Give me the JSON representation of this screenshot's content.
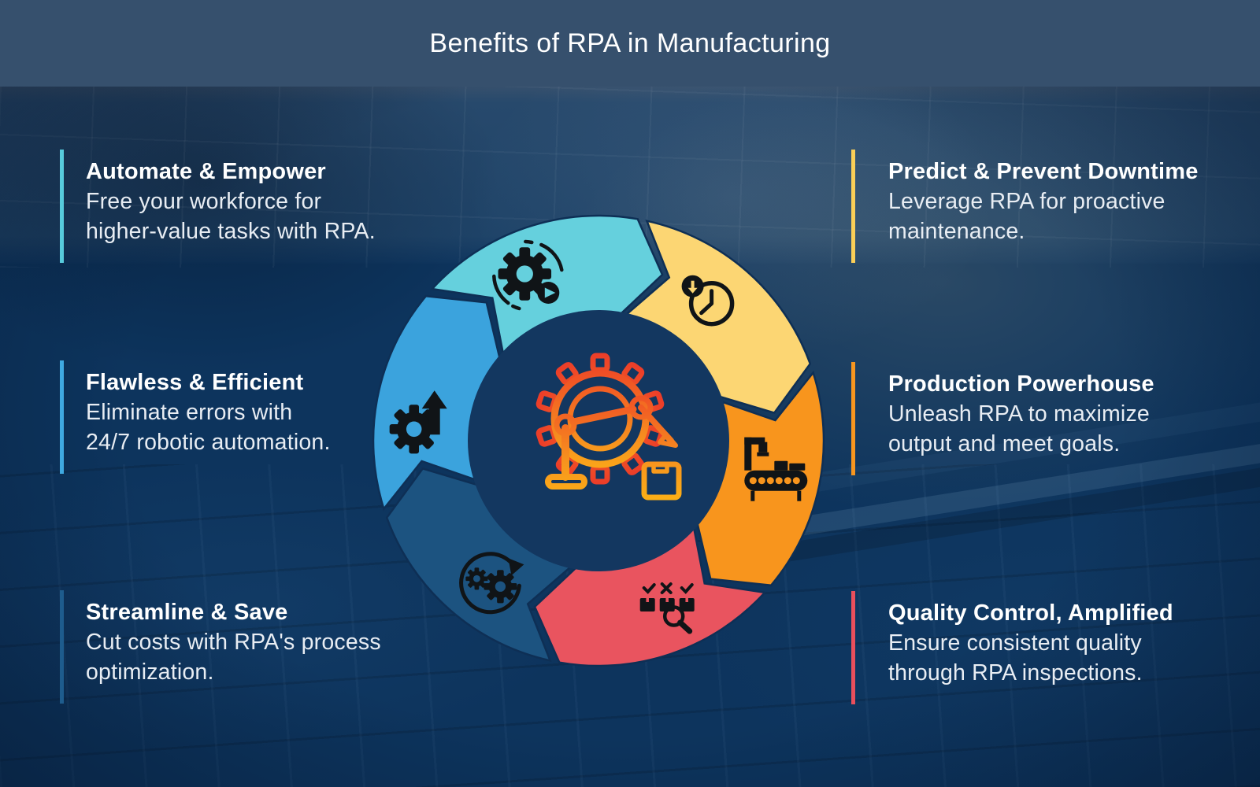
{
  "header": {
    "title": "Benefits of RPA in Manufacturing"
  },
  "benefits": {
    "left": [
      {
        "title": "Automate & Empower",
        "lines": [
          "Free your workforce for",
          "higher-value tasks with RPA."
        ],
        "accent": "#57cbdc"
      },
      {
        "title": "Flawless & Efficient",
        "lines": [
          "Eliminate errors with",
          "24/7 robotic automation."
        ],
        "accent": "#3fa9e1"
      },
      {
        "title": "Streamline & Save",
        "lines": [
          "Cut costs with RPA's process",
          "optimization."
        ],
        "accent": "#1e5c8d"
      }
    ],
    "right": [
      {
        "title": "Predict & Prevent Downtime",
        "lines": [
          "Leverage RPA for proactive",
          "maintenance."
        ],
        "accent": "#fbcf57"
      },
      {
        "title": "Production Powerhouse",
        "lines": [
          "Unleash RPA to maximize",
          "output and meet goals."
        ],
        "accent": "#f8961f"
      },
      {
        "title": "Quality Control, Amplified",
        "lines": [
          "Ensure consistent quality",
          "through RPA inspections."
        ],
        "accent": "#ea4f5c"
      }
    ]
  },
  "wheel": {
    "center_bg": "#133760",
    "icon_color": "#101417",
    "gradient": [
      "#e8262d",
      "#f15a24",
      "#f7941e",
      "#fdb813"
    ],
    "center_icon": "robotic-arm-gear-icon",
    "segments": [
      {
        "name": "automation",
        "color": "#65d0dd",
        "icon": "gear-play-icon"
      },
      {
        "name": "downtime",
        "color": "#fcd673",
        "icon": "clock-arrow-icon"
      },
      {
        "name": "production",
        "color": "#f8951d",
        "icon": "conveyor-belt-icon"
      },
      {
        "name": "quality",
        "color": "#e9545f",
        "icon": "inspection-boxes-icon"
      },
      {
        "name": "process",
        "color": "#1c5380",
        "icon": "gears-cycle-icon"
      },
      {
        "name": "efficiency",
        "color": "#3ba3dd",
        "icon": "gear-up-arrow-icon"
      }
    ]
  }
}
